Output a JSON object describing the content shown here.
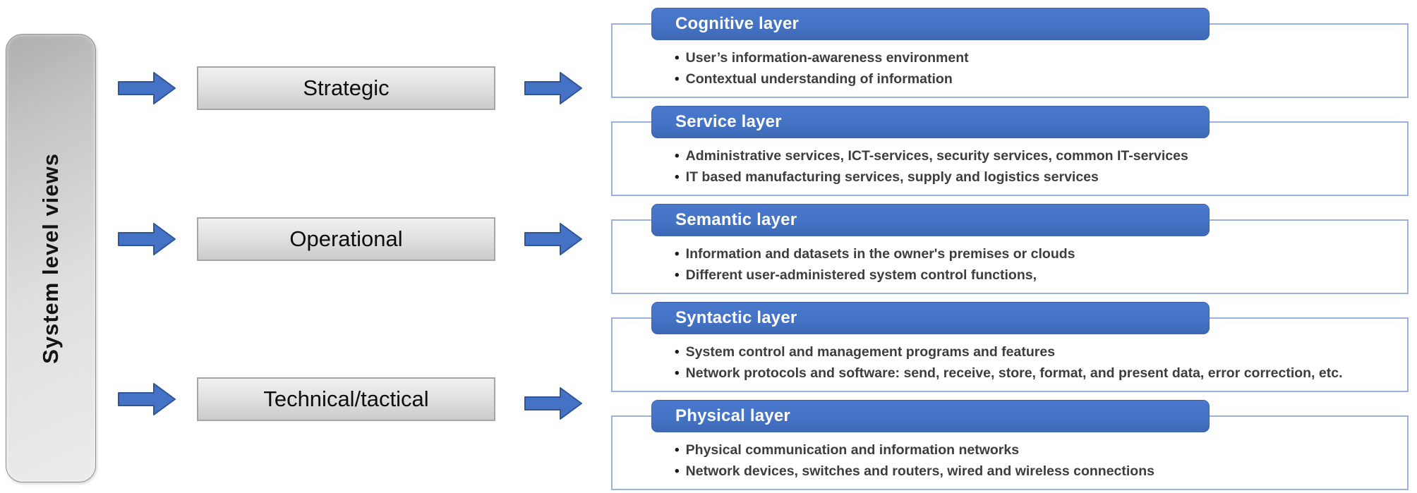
{
  "sidebar": {
    "title": "System level views"
  },
  "levels": [
    {
      "label": "Strategic"
    },
    {
      "label": "Operational"
    },
    {
      "label": "Technical/tactical"
    }
  ],
  "panels": [
    {
      "title": "Cognitive layer",
      "bullets": [
        "User’s information-awareness environment",
        "Contextual understanding of information"
      ]
    },
    {
      "title": "Service layer",
      "bullets": [
        "Administrative services, ICT-services, security services, common IT-services",
        "IT based manufacturing services, supply and logistics services"
      ]
    },
    {
      "title": "Semantic layer",
      "bullets": [
        "Information and datasets in the owner's premises or clouds",
        "Different user-administered system control functions,"
      ]
    },
    {
      "title": "Syntactic layer",
      "bullets": [
        "System control and management programs and features",
        "Network protocols and software: send, receive, store, format, and present data, error correction, etc."
      ]
    },
    {
      "title": "Physical layer",
      "bullets": [
        "Physical communication and information networks",
        "Network devices, switches and routers, wired and wireless connections"
      ]
    }
  ],
  "bullet_char": "•",
  "colors": {
    "accent_blue": "#4472C4",
    "arrow_border": "#2F5597",
    "panel_outline_border": "#9AB1DC",
    "gray_box_border": "#A6A6A6"
  }
}
